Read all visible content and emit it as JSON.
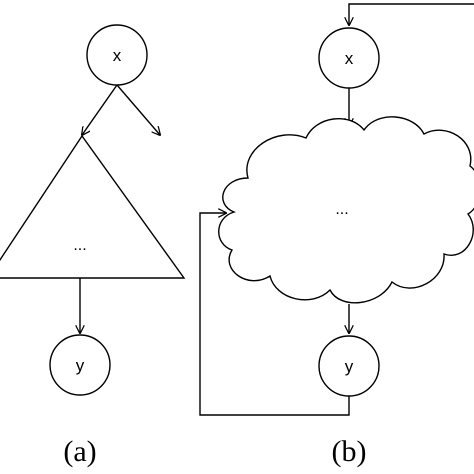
{
  "panel_a": {
    "input_node": "x",
    "output_node": "y",
    "body_label": "...",
    "caption": "(a)"
  },
  "panel_b": {
    "input_node": "x",
    "output_node": "y",
    "body_label": "...",
    "caption": "(b)"
  },
  "colors": {
    "stroke": "#000000",
    "background": "#ffffff"
  }
}
